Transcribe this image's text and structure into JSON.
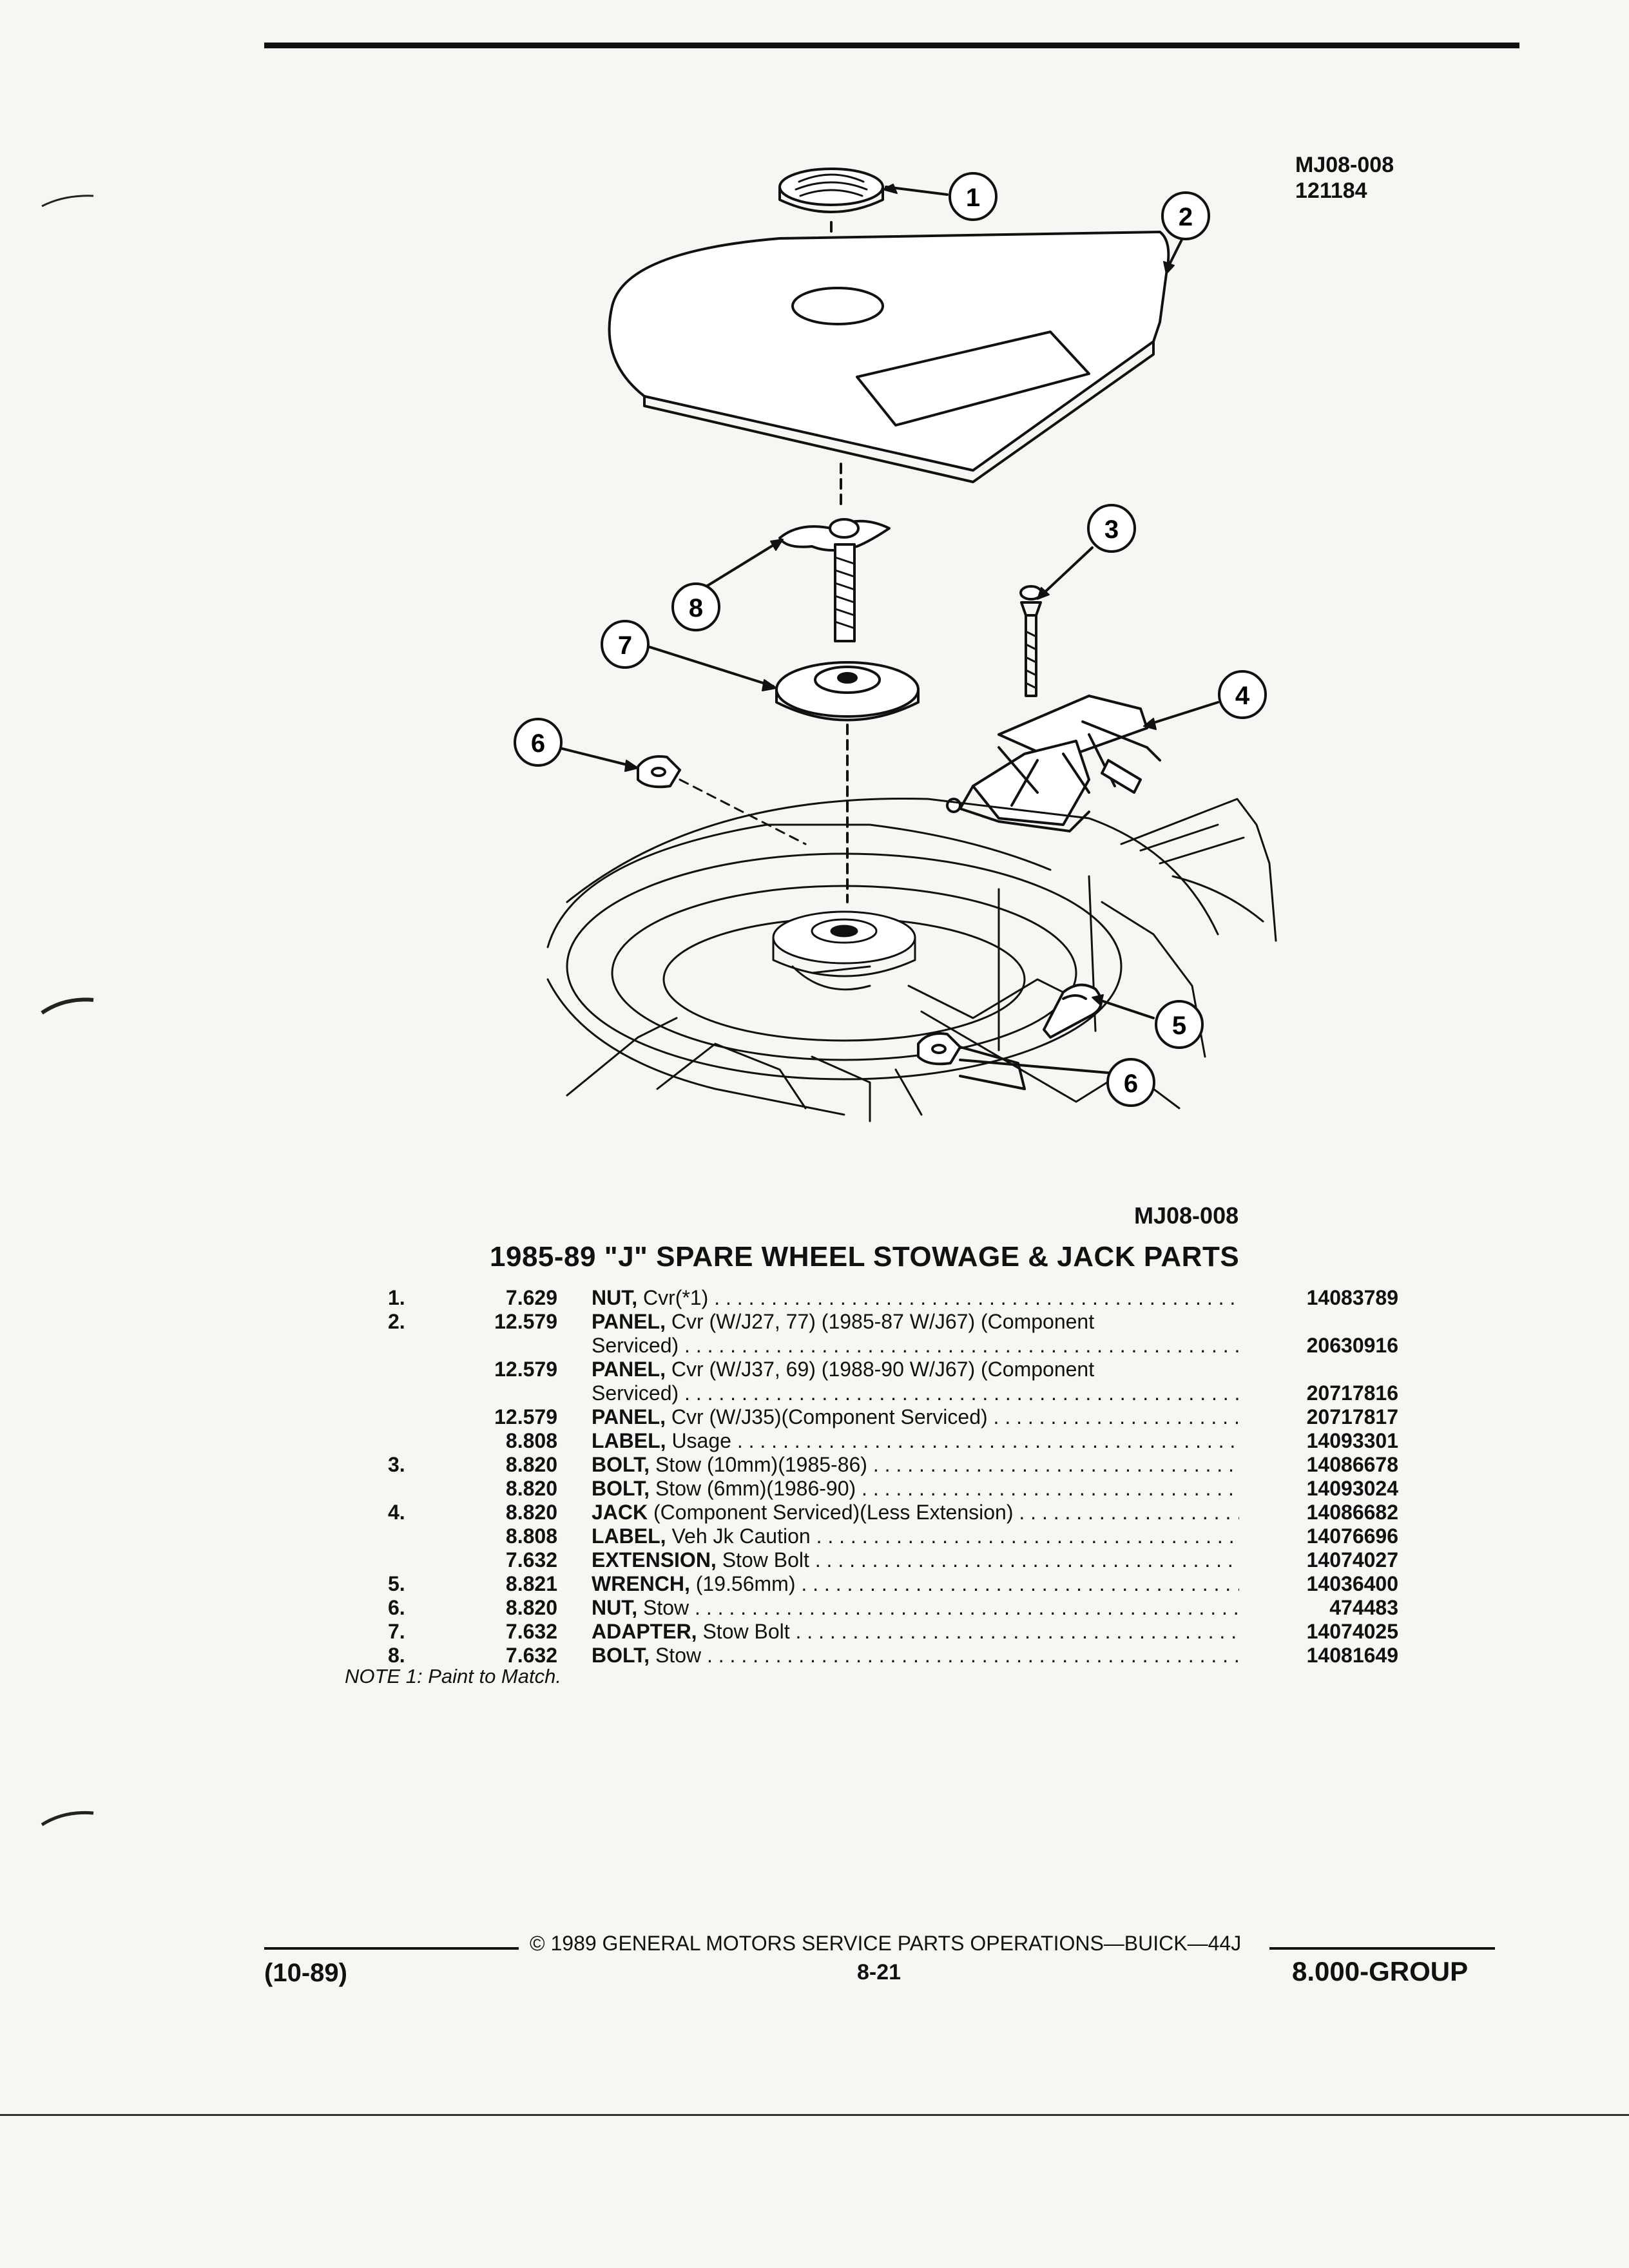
{
  "figure": {
    "id_top": "MJ08-008",
    "code_top": "121184",
    "id_bottom": "MJ08-008",
    "callouts": [
      "1",
      "2",
      "3",
      "4",
      "5",
      "6",
      "6",
      "7",
      "8"
    ]
  },
  "title": "1985-89 \"J\" SPARE WHEEL STOWAGE & JACK PARTS",
  "parts": [
    {
      "num": "1.",
      "code": "7.629",
      "name": "NUT,",
      "desc": "Cvr(*1)",
      "part": "14083789"
    },
    {
      "num": "2.",
      "code": "12.579",
      "name": "PANEL,",
      "desc": "Cvr (W/J27, 77) (1985-87 W/J67) (Component",
      "desc2": "Serviced)",
      "part": "20630916"
    },
    {
      "num": "",
      "code": "12.579",
      "name": "PANEL,",
      "desc": "Cvr (W/J37, 69) (1988-90 W/J67) (Component",
      "desc2": "Serviced)",
      "part": "20717816"
    },
    {
      "num": "",
      "code": "12.579",
      "name": "PANEL,",
      "desc": "Cvr (W/J35)(Component Serviced)",
      "part": "20717817"
    },
    {
      "num": "",
      "code": "8.808",
      "name": "LABEL,",
      "desc": "Usage",
      "part": "14093301"
    },
    {
      "num": "3.",
      "code": "8.820",
      "name": "BOLT,",
      "desc": "Stow (10mm)(1985-86)",
      "part": "14086678"
    },
    {
      "num": "",
      "code": "8.820",
      "name": "BOLT,",
      "desc": "Stow (6mm)(1986-90)",
      "part": "14093024"
    },
    {
      "num": "4.",
      "code": "8.820",
      "name": "JACK",
      "desc": "(Component Serviced)(Less Extension)",
      "part": "14086682"
    },
    {
      "num": "",
      "code": "8.808",
      "name": "LABEL,",
      "desc": "Veh Jk Caution",
      "part": "14076696"
    },
    {
      "num": "",
      "code": "7.632",
      "name": "EXTENSION,",
      "desc": "Stow Bolt",
      "part": "14074027"
    },
    {
      "num": "5.",
      "code": "8.821",
      "name": "WRENCH,",
      "desc": "(19.56mm)",
      "part": "14036400"
    },
    {
      "num": "6.",
      "code": "8.820",
      "name": "NUT,",
      "desc": "Stow",
      "part": "474483"
    },
    {
      "num": "7.",
      "code": "7.632",
      "name": "ADAPTER,",
      "desc": "Stow Bolt",
      "part": "14074025"
    },
    {
      "num": "8.",
      "code": "7.632",
      "name": "BOLT,",
      "desc": "Stow",
      "part": "14081649"
    }
  ],
  "note": "NOTE 1: Paint to Match.",
  "footer": {
    "copyright": "© 1989 GENERAL MOTORS SERVICE PARTS OPERATIONS—BUICK—44J",
    "date_code": "(10-89)",
    "page": "8-21",
    "group": "8.000-GROUP"
  }
}
